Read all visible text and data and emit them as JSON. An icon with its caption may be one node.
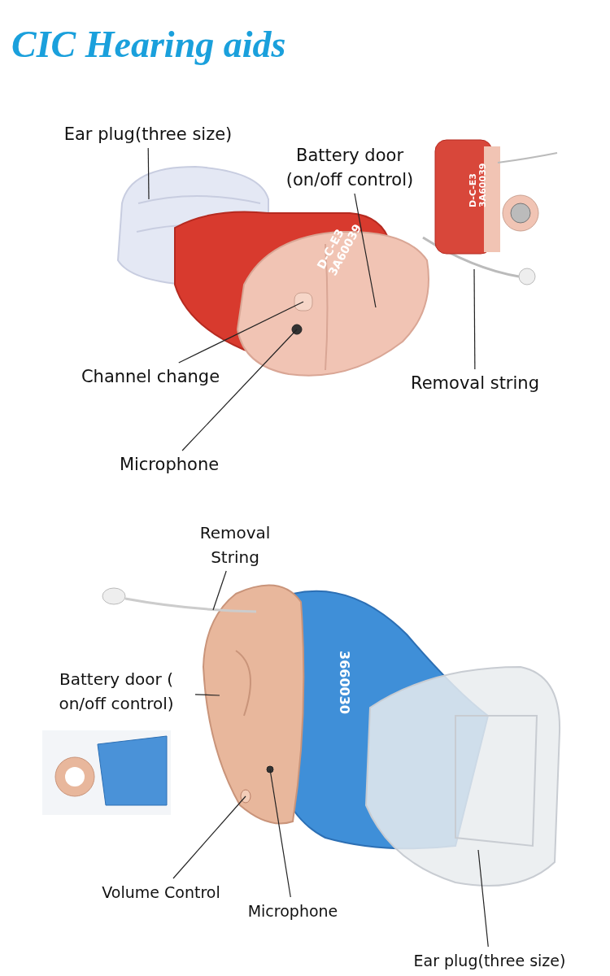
{
  "diagram": {
    "title": "CIC Hearing aids",
    "nodes": [
      {
        "text": [
          "Ear plug(three size)"
        ]
      },
      {
        "text": [
          "Battery door (on/off control)"
        ]
      },
      {
        "text": [
          "Channel change"
        ]
      },
      {
        "text": [
          "Microphone"
        ]
      },
      {
        "text": [
          "Removal string"
        ]
      },
      {
        "text": [
          "Removal String"
        ]
      },
      {
        "text": [
          "Battery door ( on/off control)"
        ]
      },
      {
        "text": [
          "Volume Control"
        ]
      },
      {
        "text": [
          "Microphone"
        ]
      },
      {
        "text": [
          "Ear plug(three size)"
        ]
      },
      {
        "text": [],
        "shape": "picture"
      },
      {
        "text": [],
        "shape": "picture"
      },
      {
        "text": [],
        "shape": "box",
        "in": 11
      },
      {
        "text": [],
        "shape": "circle",
        "in": 11
      },
      {
        "text": [],
        "shape": "picture"
      },
      {
        "text": [],
        "shape": "picture"
      },
      {
        "text": [],
        "shape": "picture"
      },
      {
        "text": [],
        "shape": "circle",
        "in": 16
      },
      {
        "text": [],
        "shape": "circle",
        "in": 16
      },
      {
        "text": [],
        "shape": "picture"
      }
    ],
    "edges": [
      {
        "from": 0,
        "to": 10,
        "arrow": "none"
      },
      {
        "from": 1,
        "to": 11,
        "arrow": "none"
      },
      {
        "from": 2,
        "to": 12,
        "arrow": "none"
      },
      {
        "from": 3,
        "to": 13,
        "arrow": "none"
      },
      {
        "from": 4,
        "to": 14,
        "arrow": "none"
      },
      {
        "from": 5,
        "to": 15,
        "arrow": "none"
      },
      {
        "from": 6,
        "to": 16,
        "arrow": "none"
      },
      {
        "from": 7,
        "to": 17,
        "arrow": "none"
      },
      {
        "from": 8,
        "to": 18,
        "arrow": "none"
      },
      {
        "from": 9,
        "to": 19,
        "arrow": "none"
      }
    ],
    "labels": [
      "D-C-E3",
      "3A60039",
      "D-C-E3",
      "3A60039",
      "3660030"
    ]
  }
}
